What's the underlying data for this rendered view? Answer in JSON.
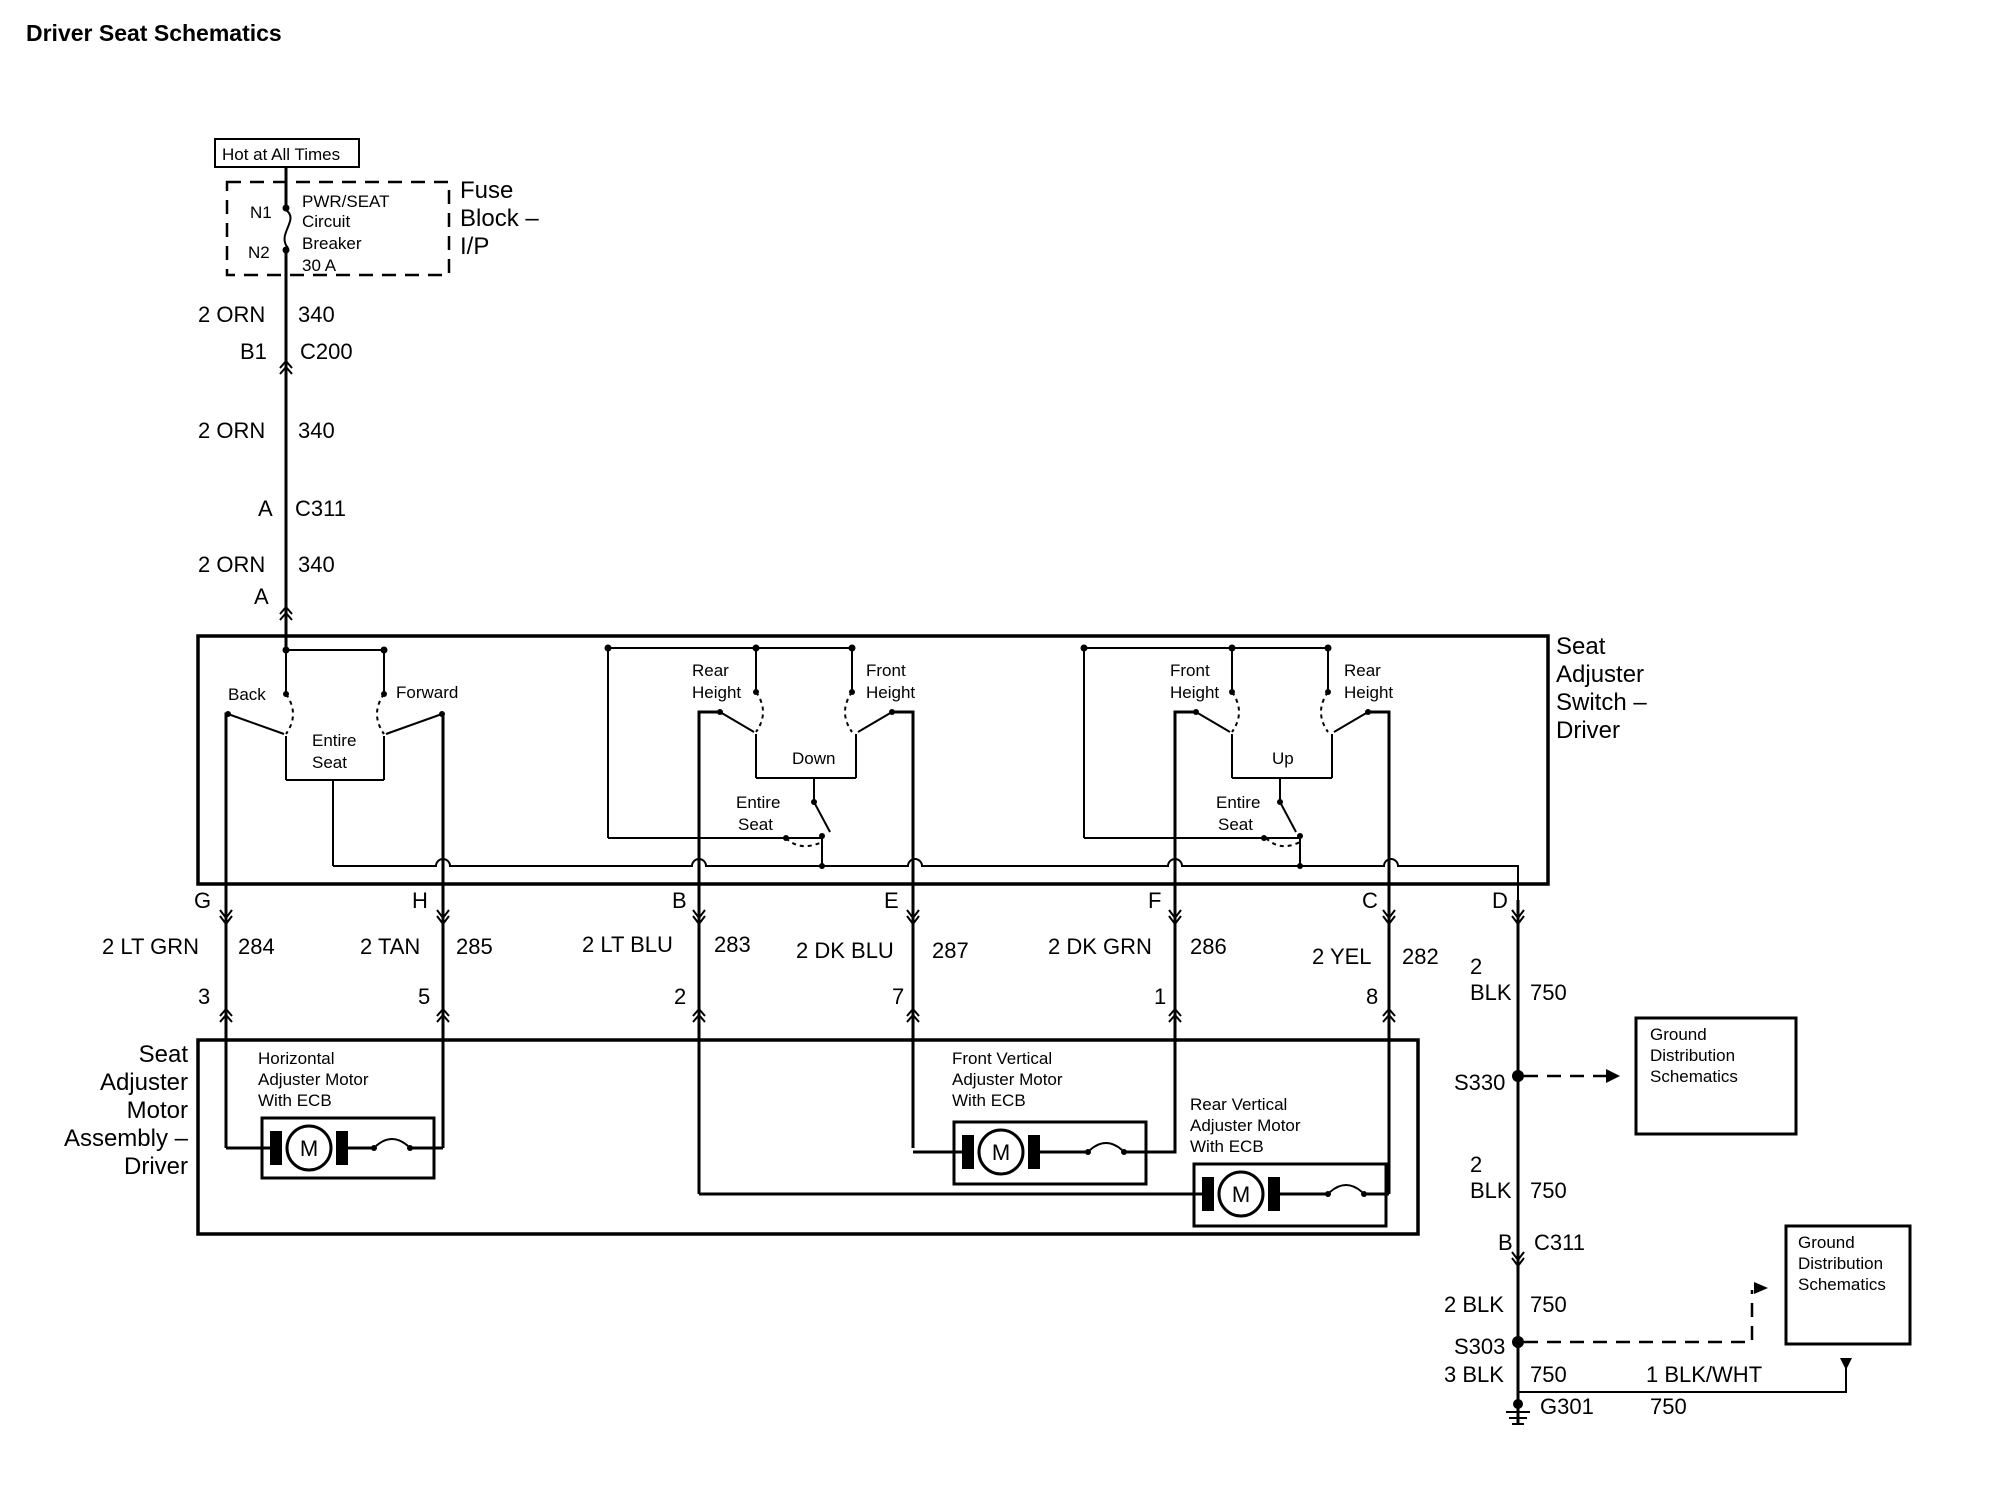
{
  "title": "Driver Seat Schematics",
  "power": {
    "hot_label": "Hot at All Times",
    "fuse_block_label": [
      "Fuse",
      "Block –",
      "I/P"
    ],
    "breaker_label": [
      "PWR/SEAT",
      "Circuit",
      "Breaker",
      "30 A"
    ],
    "pins": [
      "N1",
      "N2"
    ]
  },
  "feed": {
    "wire_1": {
      "gauge": "2 ORN",
      "circuit": "340"
    },
    "conn_1": {
      "pin": "B1",
      "name": "C200"
    },
    "wire_2": {
      "gauge": "2 ORN",
      "circuit": "340"
    },
    "conn_2": {
      "pin": "A",
      "name": "C311"
    },
    "wire_3": {
      "gauge": "2 ORN",
      "circuit": "340"
    },
    "conn_3": {
      "pin": "A"
    }
  },
  "switch": {
    "name": [
      "Seat",
      "Adjuster",
      "Switch –",
      "Driver"
    ],
    "group1": {
      "back": "Back",
      "forward": "Forward",
      "entire": [
        "Entire",
        "Seat"
      ]
    },
    "group2": {
      "rear": [
        "Rear",
        "Height"
      ],
      "front": [
        "Front",
        "Height"
      ],
      "down": "Down",
      "entire": [
        "Entire",
        "Seat"
      ]
    },
    "group3": {
      "front": [
        "Front",
        "Height"
      ],
      "rear": [
        "Rear",
        "Height"
      ],
      "up": "Up",
      "entire": [
        "Entire",
        "Seat"
      ]
    }
  },
  "outputs": [
    {
      "pin": "G",
      "gauge": "2 LT GRN",
      "circuit": "284",
      "motor_pin": "3"
    },
    {
      "pin": "H",
      "gauge": "2 TAN",
      "circuit": "285",
      "motor_pin": "5"
    },
    {
      "pin": "B",
      "gauge": "2 LT BLU",
      "circuit": "283",
      "motor_pin": "2"
    },
    {
      "pin": "E",
      "gauge": "2 DK BLU",
      "circuit": "287",
      "motor_pin": "7"
    },
    {
      "pin": "F",
      "gauge": "2 DK GRN",
      "circuit": "286",
      "motor_pin": "1"
    },
    {
      "pin": "C",
      "gauge": "2 YEL",
      "circuit": "282",
      "motor_pin": "8"
    }
  ],
  "motor_assembly": {
    "name": [
      "Seat",
      "Adjuster",
      "Motor",
      "Assembly –",
      "Driver"
    ],
    "horizontal": [
      "Horizontal",
      "Adjuster Motor",
      "With ECB"
    ],
    "front_vertical": [
      "Front Vertical",
      "Adjuster Motor",
      "With ECB"
    ],
    "rear_vertical": [
      "Rear Vertical",
      "Adjuster Motor",
      "With ECB"
    ],
    "motor_symbol": "M"
  },
  "ground": {
    "d_pin": "D",
    "wire_1": {
      "gauge": [
        "2",
        "BLK"
      ],
      "circuit": "750"
    },
    "splice_1": "S330",
    "gds_1": [
      "Ground",
      "Distribution",
      "Schematics"
    ],
    "wire_2": {
      "gauge": [
        "2",
        "BLK"
      ],
      "circuit": "750"
    },
    "conn": {
      "pin": "B",
      "name": "C311"
    },
    "wire_3": {
      "gauge": "2 BLK",
      "circuit": "750"
    },
    "splice_2": "S303",
    "wire_4": {
      "gauge": "3 BLK",
      "circuit": "750"
    },
    "ground_point": "G301",
    "wire_5": {
      "gauge": "1 BLK/WHT",
      "circuit": "750"
    },
    "gds_2": [
      "Ground",
      "Distribution",
      "Schematics"
    ]
  }
}
